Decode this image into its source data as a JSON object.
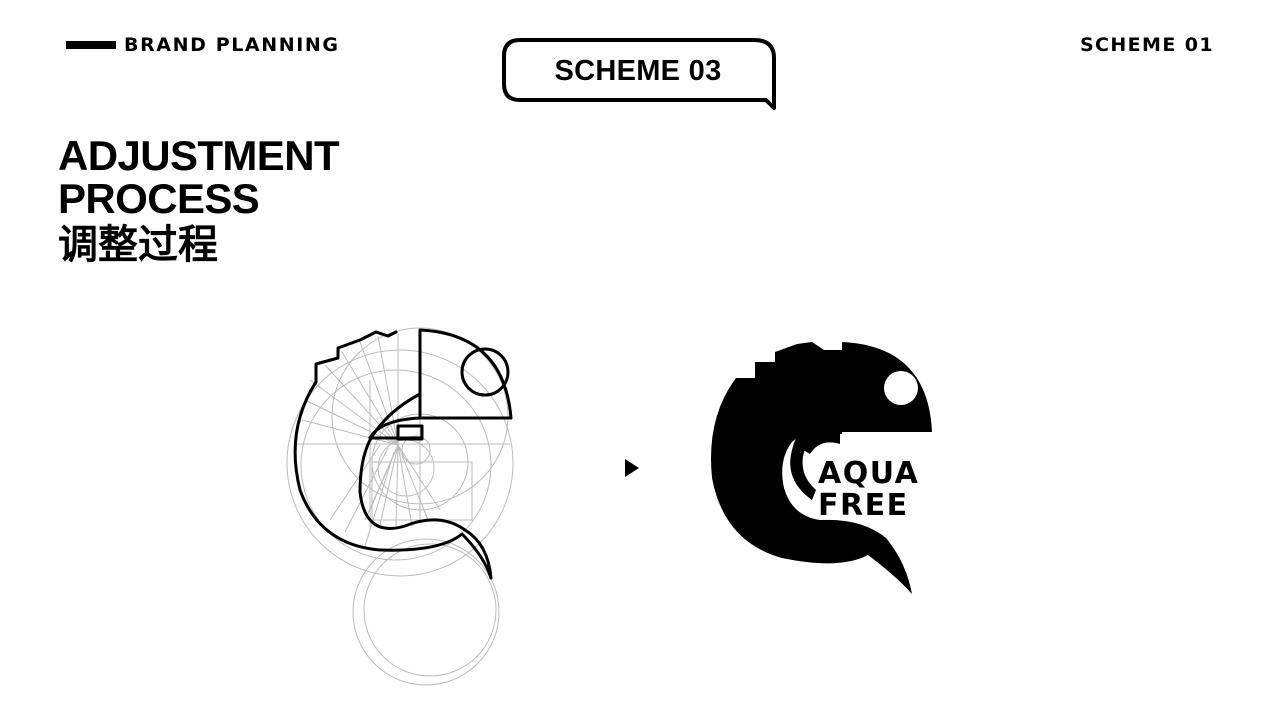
{
  "header": {
    "brand_label": "BRAND PLANNING",
    "scheme_label": "SCHEME 01",
    "badge_label": "SCHEME 03"
  },
  "heading": {
    "line1": "ADJUSTMENT",
    "line2": "PROCESS",
    "line3": "调整过程"
  },
  "logo": {
    "word1": "AQUA",
    "word2": "FREE",
    "icon": "chameleon-icon"
  },
  "icons": {
    "construction": "chameleon-construction-drawing",
    "arrow": "play-arrow-icon"
  },
  "colors": {
    "ink": "#000000",
    "background": "#ffffff",
    "guide_lines": "#bbbbbb"
  }
}
